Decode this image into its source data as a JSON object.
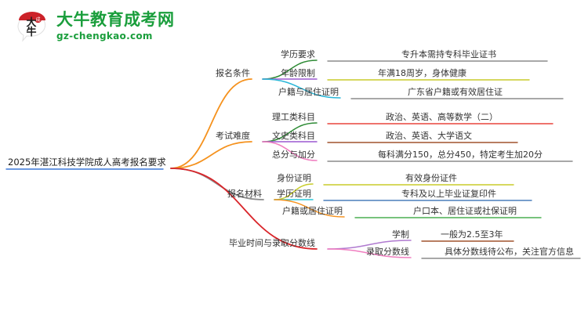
{
  "header": {
    "logo_icon": "daniu-bull-logo-icon",
    "site_name": "大牛教育成考网",
    "site_domain": "gz-chengkao.com",
    "brand_color": "#1a9e3c",
    "logo_accent_color": "#cc2229"
  },
  "mindmap": {
    "root": {
      "label": "2025年湛江科技学院成人高考报名要求",
      "node_color": "#3c78d8"
    },
    "branches": [
      {
        "label": "报名条件",
        "branch_color": "#f5921e",
        "children": [
          {
            "label": "学历要求",
            "line_color": "#2e8b35",
            "detail": "专升本需持专科毕业证书",
            "detail_line_color": "#8c8c8c"
          },
          {
            "label": "年龄限制",
            "line_color": "#9b59d0",
            "detail": "年满18周岁，身体健康",
            "detail_line_color": "#c8cc2a"
          },
          {
            "label": "户籍与居住证明",
            "line_color": "#29b6d8",
            "detail": "广东省户籍或有效居住证",
            "detail_line_color": "#8c8c8c"
          }
        ]
      },
      {
        "label": "考试难度",
        "branch_color": "#f5921e",
        "children": [
          {
            "label": "理工类科目",
            "line_color": "#2e8b35",
            "detail": "政治、英语、高等数学（二）",
            "detail_line_color": "#e8453c"
          },
          {
            "label": "文史类科目",
            "line_color": "#9b59d0",
            "detail": "政治、英语、大学语文",
            "detail_line_color": "#a0522d"
          },
          {
            "label": "总分与加分",
            "line_color": "#f07ec0",
            "detail": "每科满分150，总分450，特定考生加20分",
            "detail_line_color": "#8c8c8c"
          }
        ]
      },
      {
        "label": "报名材料",
        "branch_color": "#8c8c8c",
        "children": [
          {
            "label": "身份证明",
            "line_color": "#c8cc2a",
            "detail": "有效身份证件",
            "detail_line_color": "#c8cc2a"
          },
          {
            "label": "学历证明",
            "line_color": "#29c5d8",
            "detail": "专科及以上毕业证复印件",
            "detail_line_color": "#4a7ebb"
          },
          {
            "label": "户籍或居住证明",
            "line_color": "#f5921e",
            "detail": "户口本、居住证或社保证明",
            "detail_line_color": "#4caf50"
          }
        ]
      },
      {
        "label": "毕业时间与录取分数线",
        "branch_color": "#d9252a",
        "children": [
          {
            "label": "学制",
            "line_color": "#b07ad0",
            "detail": "一般为2.5至3年",
            "detail_line_color": "#a0522d"
          },
          {
            "label": "录取分数线",
            "line_color": "#f07ec0",
            "detail": "具体分数线待公布，关注官方信息",
            "detail_line_color": "#8c8c8c"
          }
        ]
      }
    ]
  }
}
